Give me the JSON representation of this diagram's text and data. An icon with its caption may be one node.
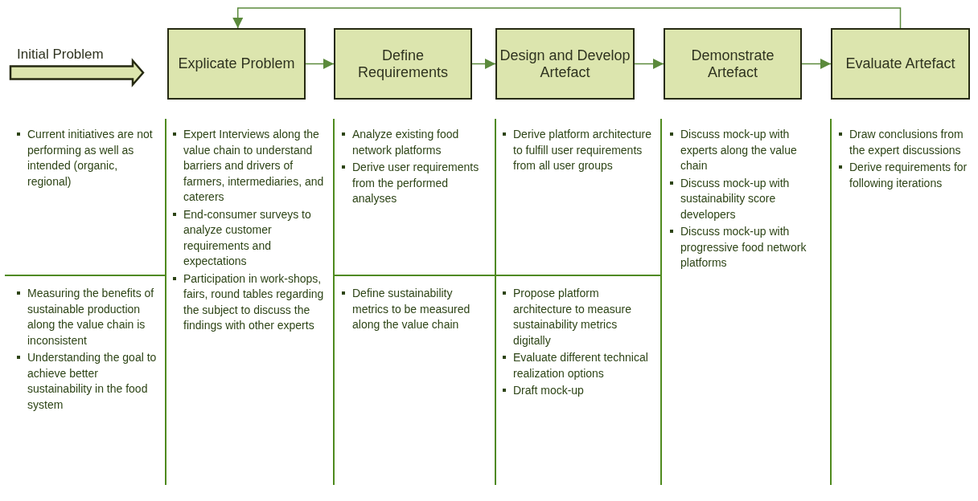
{
  "diagram": {
    "nodes": [
      {
        "text": [
          "Explicate Problem"
        ]
      },
      {
        "text": [
          "Define Requirements"
        ]
      },
      {
        "text": [
          "Design and Develop Artefact"
        ]
      },
      {
        "text": [
          "Demonstrate Artefact"
        ]
      },
      {
        "text": [
          "Evaluate Artefact"
        ]
      }
    ],
    "edges": [
      {
        "from": null,
        "to": 0,
        "arrow": "to",
        "style": "thick",
        "label": "Initial Problem"
      },
      {
        "from": 0,
        "to": 1,
        "arrow": "to"
      },
      {
        "from": 1,
        "to": 2,
        "arrow": "to"
      },
      {
        "from": 2,
        "to": 3,
        "arrow": "to"
      },
      {
        "from": 3,
        "to": 4,
        "arrow": "to"
      },
      {
        "from": 4,
        "to": 0,
        "arrow": "to"
      }
    ],
    "labels": [
      "Current initiatives are not performing as well as intended (organic, regional)",
      "Expert Interviews along the value chain to understand barriers and drivers of farmers, intermediaries, and caterers",
      "End-consumer surveys to analyze customer requirements and expectations",
      "Participation in work-shops, fairs, round tables regarding the subject to discuss the findings with other experts",
      "Analyze existing food network platforms",
      "Derive user requirements from the performed analyses",
      "Derive platform architecture to fulfill user requirements from all user groups",
      "Discuss mock-up with experts along the value chain",
      "Discuss mock-up with sustainability score developers",
      "Discuss mock-up with progressive food network platforms",
      "Draw conclusions from the expert discussions",
      "Derive requirements for following iterations",
      "Measuring the benefits of sustainable production along the value chain is inconsistent",
      "Understanding the goal to achieve better sustainability in the food system",
      "Define sustainability metrics to be measured along the value chain",
      "Propose platform architecture to measure sustainability metrics digitally",
      "Evaluate different technical realization options",
      "Draft mock-up"
    ]
  }
}
